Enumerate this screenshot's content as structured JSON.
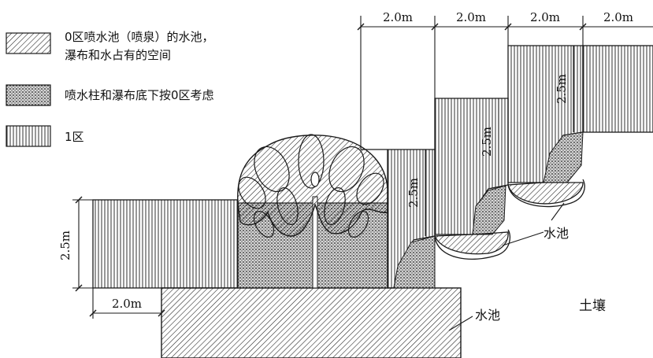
{
  "legend": {
    "zone0_line1": "0区喷水池（喷泉）的水池，",
    "zone0_line2": "瀑布和水占有的空间",
    "zone0_under": "喷水柱和瀑布底下按0区考虑",
    "zone1": "1区"
  },
  "dimensions": {
    "width_top_1": "2.0m",
    "width_top_2": "2.0m",
    "width_top_3": "2.0m",
    "width_top_4": "2.0m",
    "width_left": "2.0m",
    "height_left": "2.5m",
    "height_step_1": "2.5m",
    "height_step_2": "2.5m",
    "height_step_3": "2.5m"
  },
  "labels": {
    "pool_upper": "水池",
    "pool_lower": "水池",
    "soil": "土壤"
  },
  "colors": {
    "line": "#1a1a1a",
    "background": "#ffffff"
  }
}
